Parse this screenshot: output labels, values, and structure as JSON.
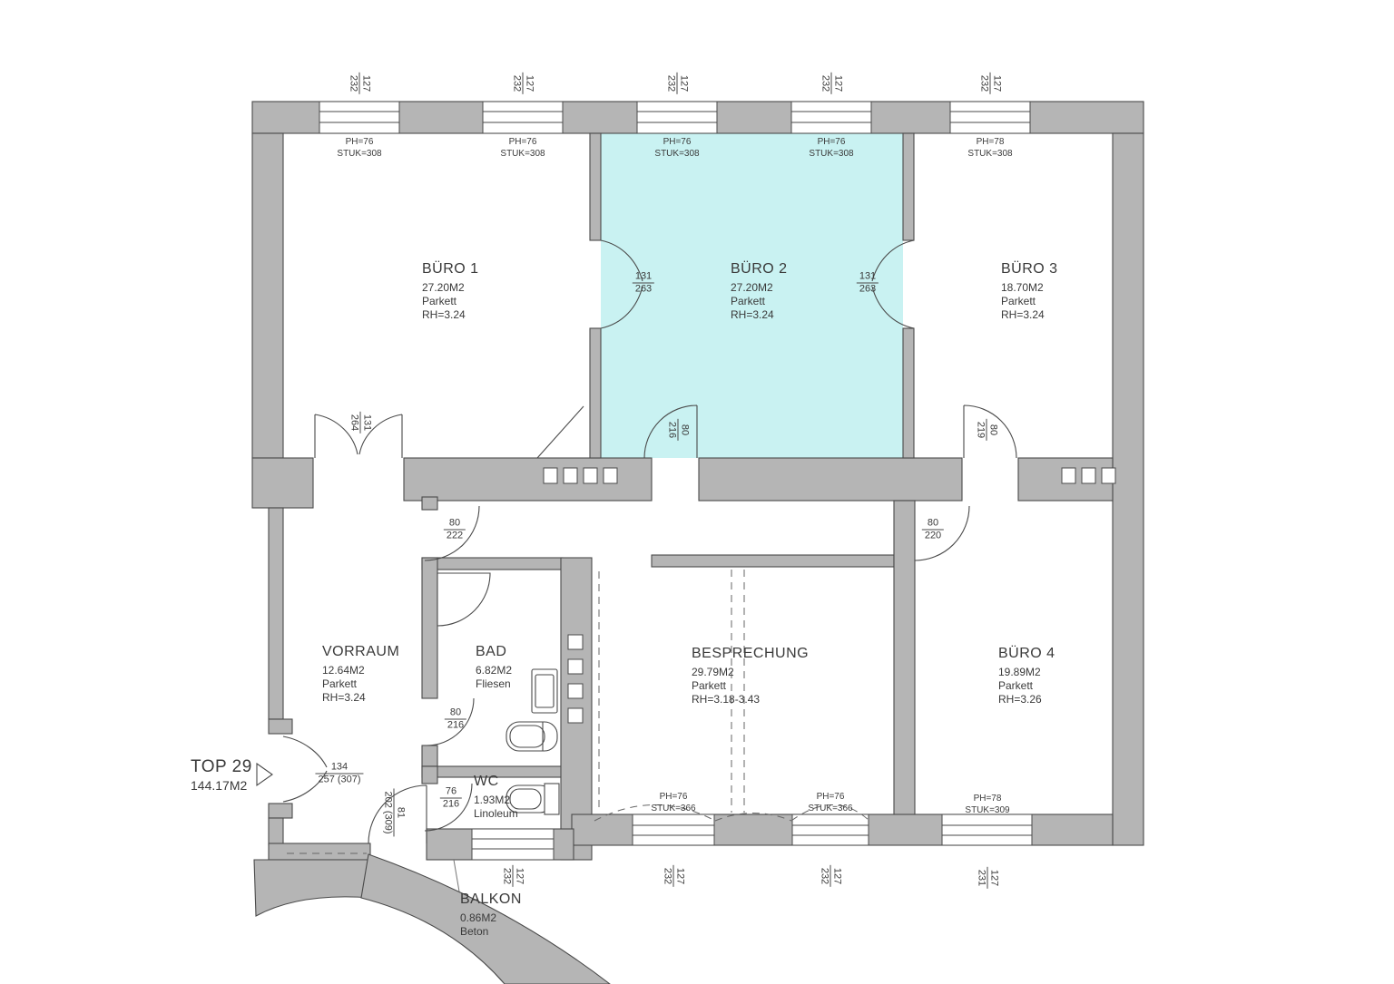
{
  "colors": {
    "wall": "#b5b5b5",
    "outline": "#4a4a4a",
    "highlight": "#c9f2f2",
    "text": "#3a3a3a"
  },
  "unit": {
    "name": "TOP 29",
    "area": "144.17M2"
  },
  "rooms": {
    "buero1": {
      "name": "BÜRO 1",
      "area": "27.20M2",
      "floor": "Parkett",
      "height": "RH=3.24"
    },
    "buero2": {
      "name": "BÜRO 2",
      "area": "27.20M2",
      "floor": "Parkett",
      "height": "RH=3.24"
    },
    "buero3": {
      "name": "BÜRO 3",
      "area": "18.70M2",
      "floor": "Parkett",
      "height": "RH=3.24"
    },
    "buero4": {
      "name": "BÜRO 4",
      "area": "19.89M2",
      "floor": "Parkett",
      "height": "RH=3.26"
    },
    "besprechung": {
      "name": "BESPRECHUNG",
      "area": "29.79M2",
      "floor": "Parkett",
      "height": "RH=3.18-3.43"
    },
    "vorraum": {
      "name": "VORRAUM",
      "area": "12.64M2",
      "floor": "Parkett",
      "height": "RH=3.24"
    },
    "bad": {
      "name": "BAD",
      "area": "6.82M2",
      "floor": "Fliesen"
    },
    "wc": {
      "name": "WC",
      "area": "1.93M2",
      "floor": "Linoleum"
    },
    "balkon": {
      "name": "BALKON",
      "area": "0.86M2",
      "floor": "Beton"
    }
  },
  "windows": {
    "top": [
      {
        "dim_w": "127",
        "dim_h": "232",
        "ph": "PH=76",
        "stuk": "STUK=308"
      },
      {
        "dim_w": "127",
        "dim_h": "232",
        "ph": "PH=76",
        "stuk": "STUK=308"
      },
      {
        "dim_w": "127",
        "dim_h": "232",
        "ph": "PH=76",
        "stuk": "STUK=308"
      },
      {
        "dim_w": "127",
        "dim_h": "232",
        "ph": "PH=76",
        "stuk": "STUK=308"
      },
      {
        "dim_w": "127",
        "dim_h": "232",
        "ph": "PH=78",
        "stuk": "STUK=308"
      }
    ],
    "bottom": [
      {
        "dim_w": "127",
        "dim_h": "232",
        "ph": "PH=76",
        "stuk": "STUK=366"
      },
      {
        "dim_w": "127",
        "dim_h": "232",
        "ph": "PH=76",
        "stuk": "STUK=366"
      },
      {
        "dim_w": "127",
        "dim_h": "231",
        "ph": "PH=78",
        "stuk": "STUK=309"
      }
    ],
    "wc": {
      "dim_w": "127",
      "dim_h": "232"
    }
  },
  "doors": {
    "buero1_buero2": {
      "w": "131",
      "h": "263"
    },
    "buero2_buero3": {
      "w": "131",
      "h": "263"
    },
    "buero1_vorraum": {
      "w": "131",
      "h": "264"
    },
    "entry": {
      "w": "134",
      "h": "257 (307)"
    },
    "buero2_corridor": {
      "w": "80",
      "h": "216"
    },
    "buero3_corridor": {
      "w": "80",
      "h": "219"
    },
    "vorraum_corridor": {
      "w": "80",
      "h": "222"
    },
    "buero4_corridor": {
      "w": "80",
      "h": "220"
    },
    "bad": {
      "w": "80",
      "h": "216"
    },
    "wc": {
      "w": "76",
      "h": "216"
    },
    "balkon": {
      "w": "81",
      "h": "202 (309)"
    }
  }
}
